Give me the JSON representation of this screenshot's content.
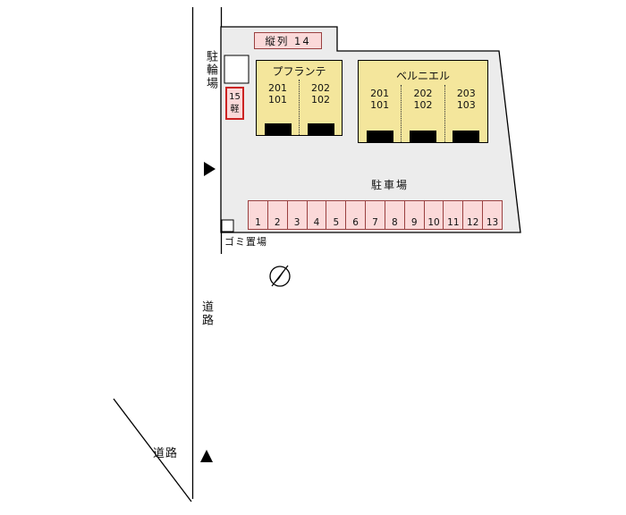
{
  "colors": {
    "property_fill": "#ececec",
    "building_fill": "#f4e69c",
    "pink_fill": "#fbd9d9",
    "stall_border": "#9a4040",
    "red_border": "#cc2222",
    "line": "#000000"
  },
  "labels": {
    "tandem_row": "縦列 14",
    "bicycle_parking": "駐輪場",
    "stall15_number": "15",
    "stall15_type": "軽",
    "parking_lot": "駐車場",
    "garbage_area": "ゴミ置場",
    "road_middle": "道路",
    "road_bottom": "道路"
  },
  "buildings": [
    {
      "name": "プフランテ",
      "units": [
        {
          "upper": "201",
          "lower": "101"
        },
        {
          "upper": "202",
          "lower": "102"
        }
      ]
    },
    {
      "name": "ベルニエル",
      "units": [
        {
          "upper": "201",
          "lower": "101"
        },
        {
          "upper": "202",
          "lower": "102"
        },
        {
          "upper": "203",
          "lower": "103"
        }
      ]
    }
  ],
  "parking_stalls": [
    "1",
    "2",
    "3",
    "4",
    "5",
    "6",
    "7",
    "8",
    "9",
    "10",
    "11",
    "12",
    "13"
  ]
}
